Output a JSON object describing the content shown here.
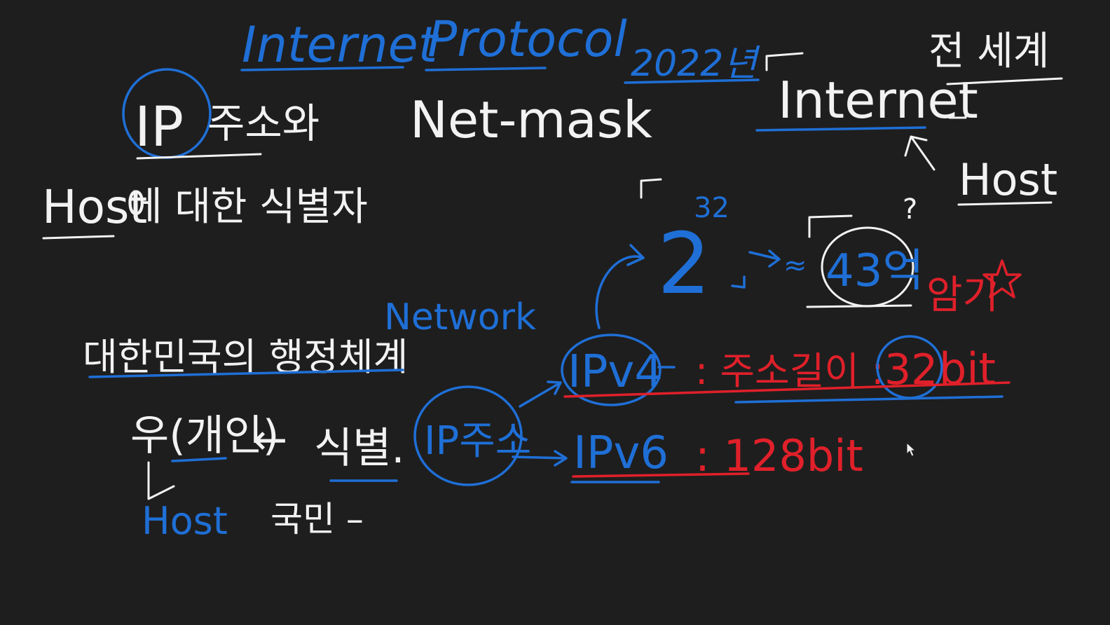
{
  "board": {
    "title_left": "Internet",
    "title_right": "Protocol",
    "heading_ip": "IP",
    "heading_suffix": "주소와",
    "heading_netmask": "Net-mask",
    "year": "2022년",
    "internet": "Internet",
    "world": "전 세계",
    "host_right": "Host",
    "identifier_host": "Host",
    "identifier_text": "에 대한 식별자",
    "exp_base": "2",
    "exp_power": "32",
    "approx": "≈",
    "count": "43억",
    "memorize": "암기",
    "question": "?",
    "network": "Network",
    "admin_system": "대한민국의 행정체계",
    "person": "우(개인)",
    "arrow_left": "←",
    "identify": "식별.",
    "ip_address": "IP주소",
    "ipv4": "IPv4",
    "ipv4_desc_prefix": ": 주소길이 :",
    "ipv4_bits_num": "32",
    "ipv4_bits_unit": "bit",
    "ipv6": "IPv6",
    "ipv6_desc": ": 128bit",
    "host_bottom": "Host",
    "citizen": "국민 –"
  }
}
